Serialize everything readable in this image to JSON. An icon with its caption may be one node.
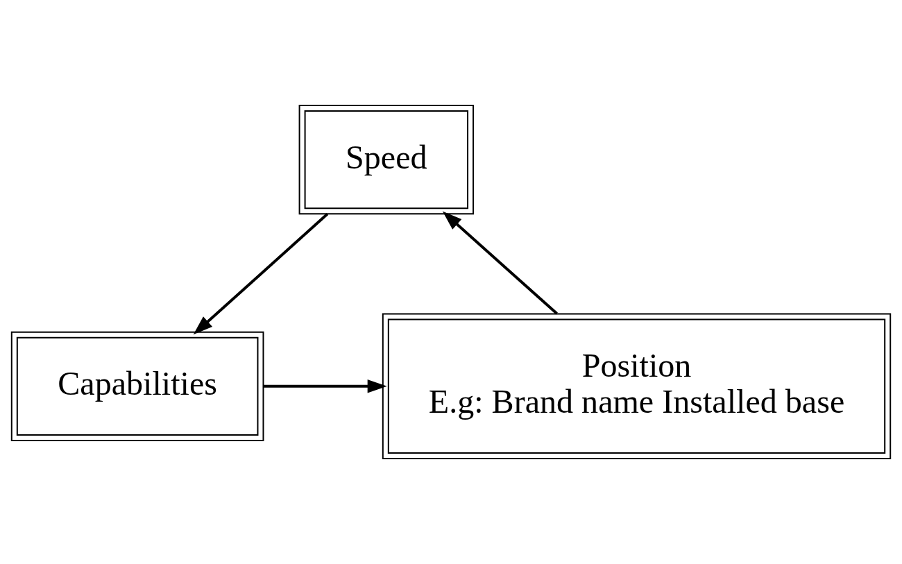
{
  "diagram": {
    "nodes": [
      {
        "text": [
          "Speed"
        ]
      },
      {
        "text": [
          "Position",
          "E.g: Brand name Installed base"
        ]
      },
      {
        "text": [
          "Capabilities"
        ]
      }
    ],
    "edges": [
      {
        "from": 1,
        "to": 0,
        "arrow": "to"
      },
      {
        "from": 0,
        "to": 2,
        "arrow": "to"
      },
      {
        "from": 2,
        "to": 1,
        "arrow": "to"
      }
    ]
  }
}
